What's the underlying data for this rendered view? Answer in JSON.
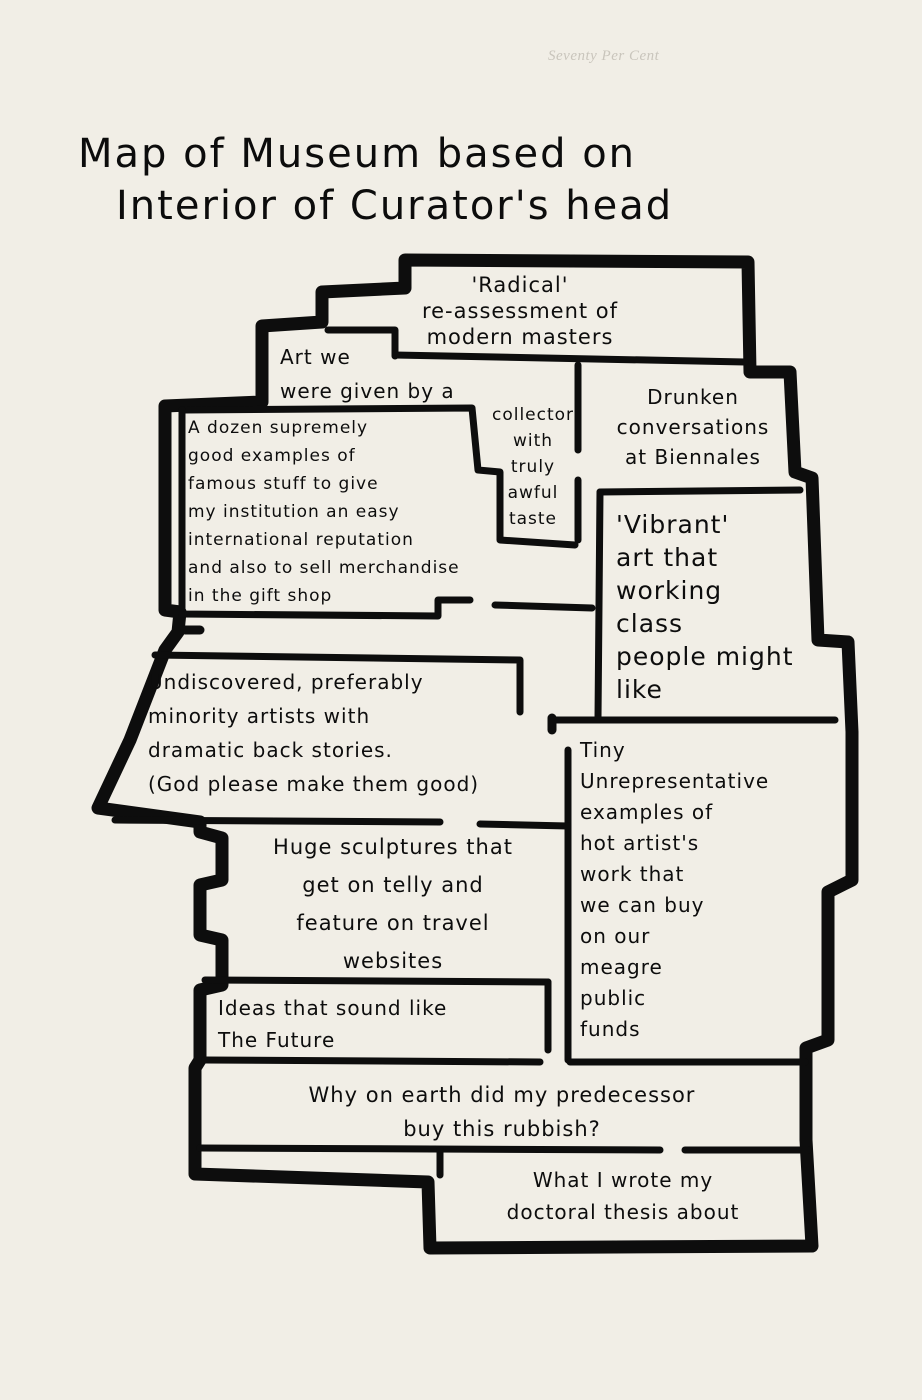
{
  "running_header": "Seventy Per Cent",
  "title": {
    "line1": "Map of Museum based on",
    "line2": "Interior of Curator's head"
  },
  "rooms": {
    "radical": "'Radical'\nre-assessment of\nmodern masters",
    "art_given": "Art we\nwere given by a",
    "collector": "collector\nwith\ntruly\nawful\ntaste",
    "drunken": "Drunken\nconversations\nat Biennales",
    "dozen": "A dozen supremely\ngood examples of\nfamous stuff to give\nmy institution an easy\ninternational reputation\nand also to sell merchandise\nin the gift shop",
    "vibrant": "'Vibrant'\nart that\nworking\nclass\npeople might\nlike",
    "undiscovered": "Undiscovered, preferably\nminority artists with\ndramatic back stories.\n(God please make them good)",
    "tiny": "Tiny\nUnrepresentative\nexamples of\nhot artist's\nwork that\nwe can buy\non our\nmeagre\npublic\nfunds",
    "huge": "Huge sculptures that\nget on telly and\nfeature on travel\nwebsites",
    "ideas": "Ideas that sound like\nThe Future",
    "predecessor": "Why on earth did my predecessor\nbuy this rubbish?",
    "thesis": "What I wrote my\ndoctoral thesis about"
  },
  "ink_color": "#0d0d0d",
  "paper_color": "#f1eee6"
}
